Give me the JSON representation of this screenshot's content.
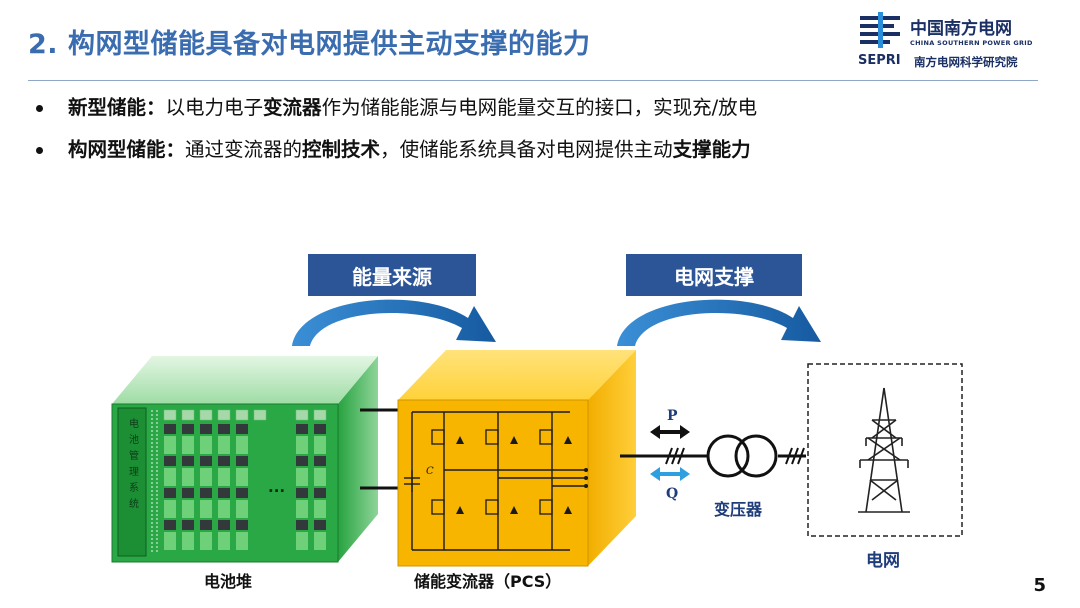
{
  "header": {
    "title": "2. 构网型储能具备对电网提供主动支撑的能力",
    "logo": {
      "name": "中国南方电网",
      "name_en": "CHINA SOUTHERN POWER GRID",
      "sepri": "SEPRI",
      "institute": "南方电网科学研究院",
      "icon": "csg-logo-icon"
    }
  },
  "bullets": [
    {
      "term": "新型储能",
      "sep": "：",
      "text1": "以电力电子",
      "bold1": "变流器",
      "text2": "作为储能能源与电网能量交互的接口，实现充/放电"
    },
    {
      "term": "构网型储能",
      "sep": "：",
      "text1": "通过变流器的",
      "bold1": "控制技术",
      "text2": "，使储能系统具备对电网提供主动",
      "bold2": "支撑能力"
    }
  ],
  "diagram": {
    "energy_source_label": "能量来源",
    "grid_support_label": "电网支撑",
    "battery_caption": "电池堆",
    "bms_label": "电池管理系统",
    "ellipsis": "...",
    "pcs_caption": "储能变流器（PCS）",
    "capacitor_label": "C",
    "p_label": "P",
    "q_label": "Q",
    "transformer_caption": "变压器",
    "grid_caption": "电网",
    "colors": {
      "arc_blue": "#1f6fb8",
      "label_bg": "#2b5597",
      "pcs_yellow": "#f5b800",
      "battery_green": "#1e9e3a"
    }
  },
  "page_number": "5"
}
